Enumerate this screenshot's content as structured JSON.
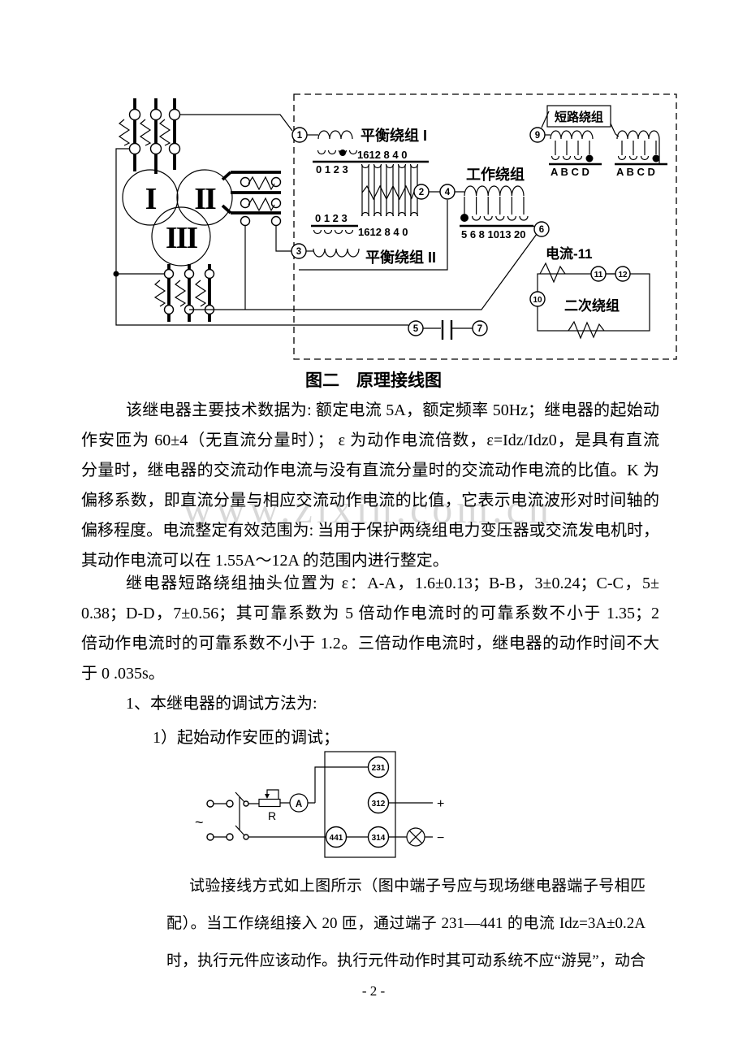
{
  "page": {
    "number_label": "- 2 -"
  },
  "watermark": "www.zlxin.com.cn",
  "figure1": {
    "caption": "图二　原理接线图",
    "windings": {
      "balance1": "平衡绕组 I",
      "balance2": "平衡绕组 II",
      "working": "工作绕组",
      "short_circuit": "短路绕组",
      "current_relay": "电流-11",
      "secondary": "二次绕组"
    },
    "transformers": {
      "t1": "I",
      "t2": "II",
      "t3": "III"
    },
    "taps": {
      "balance1_row1": "1612 8 4 0",
      "balance1_row2": "0 1 2 3",
      "balance2_row1": "0 1 2 3",
      "balance2_row2": "1612 8 4 0",
      "working_row": "5 6 8 1013 20",
      "short_left": "A B C D",
      "short_right": "A B C D"
    },
    "terminals": {
      "t1": "1",
      "t2": "2",
      "t3": "3",
      "t4": "4",
      "t5": "5",
      "t6": "6",
      "t7": "7",
      "t9": "9",
      "t10": "10",
      "t11": "11",
      "t12": "12"
    }
  },
  "figure2": {
    "source": "~",
    "resistor": "R",
    "ammeter": "A",
    "plus": "+",
    "minus": "−",
    "terminals": {
      "t231": "231",
      "t312": "312",
      "t441": "441",
      "t314": "314"
    }
  },
  "paragraphs": {
    "p1": [
      "该继电器主要技术数据为: 额定电流 5A，额定频率 50Hz；继电器的起始动",
      "作安匝为 60±4（无直流分量时）； ε 为动作电流倍数，ε=Idz/Idz0，是具有直流",
      "分量时，继电器的交流动作电流与没有直流分量时的交流动作电流的比值。K 为",
      "偏移系数，即直流分量与相应交流动作电流的比值，它表示电流波形对时间轴的",
      "偏移程度。电流整定有效范围为: 当用于保护两绕组电力变压器或交流发电机时，",
      "其动作电流可以在 1.55A～12A 的范围内进行整定。"
    ],
    "p2": [
      "继电器短路绕组抽头位置为 ε：A-A，1.6±0.13；B-B，3±0.24；C-C，5±",
      "0.38；D-D，7±0.56；其可靠系数为 5 倍动作电流时的可靠系数不小于 1.35；2",
      "倍动作电流时的可靠系数不小于 1.2。三倍动作电流时，继电器的动作时间不大",
      "于 0 .035s。"
    ],
    "list1": "1、本继电器的调试方法为:",
    "list2": "1）起始动作安匝的调试；",
    "p3": [
      "试验接线方式如上图所示（图中端子号应与现场继电器端子号相匹",
      "配）。当工作绕组接入 20 匝，通过端子 231—441 的电流 Idz=3A±0.2A",
      "时，执行元件应该动作。执行元件动作时其可动系统不应“游晃”，动合"
    ]
  }
}
